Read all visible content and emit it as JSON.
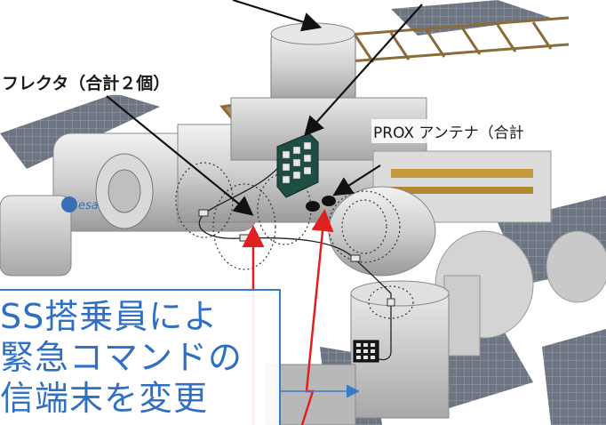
{
  "labels": {
    "reflector": "フレクタ（合計２個）",
    "prox_antenna": "PROX アンテナ（合計"
  },
  "callout": {
    "line1": "SS搭乗員によ",
    "line2": "緊急コマンドの",
    "line3": "信端末を変更"
  },
  "colors": {
    "callout_text": "#2f6fc4",
    "callout_border": "#3a7bc8",
    "signal_line": "#e02020",
    "equipment": "#1e4d44"
  }
}
